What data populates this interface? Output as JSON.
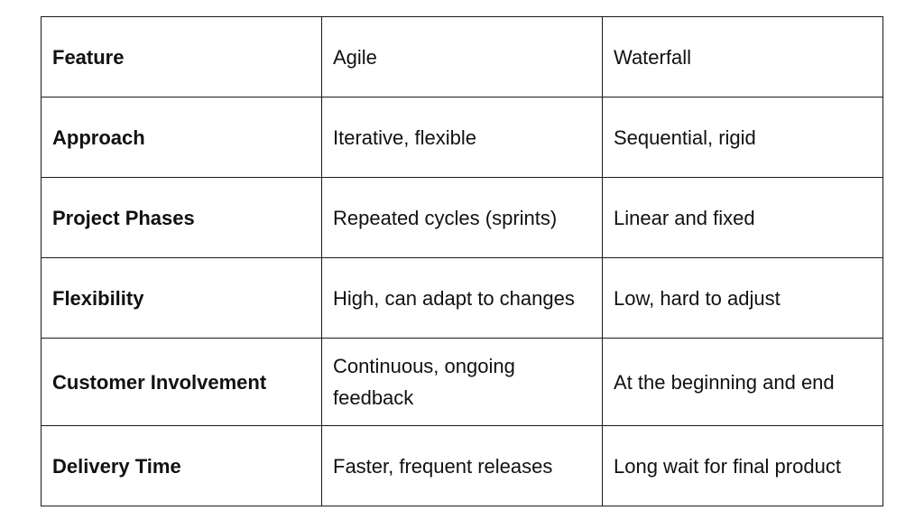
{
  "table": {
    "header": {
      "feature": "Feature",
      "agile": "Agile",
      "waterfall": "Waterfall"
    },
    "rows": [
      {
        "feature": "Approach",
        "agile": "Iterative, flexible",
        "waterfall": "Sequential, rigid"
      },
      {
        "feature": "Project Phases",
        "agile": "Repeated cycles (sprints)",
        "waterfall": "Linear and fixed"
      },
      {
        "feature": "Flexibility",
        "agile": "High, can adapt to changes",
        "waterfall": "Low, hard to adjust"
      },
      {
        "feature": "Customer Involvement",
        "agile": "Continuous, ongoing feedback",
        "waterfall": "At the beginning and end"
      },
      {
        "feature": "Delivery Time",
        "agile": "Faster, frequent releases",
        "waterfall": "Long wait for final product"
      }
    ]
  }
}
